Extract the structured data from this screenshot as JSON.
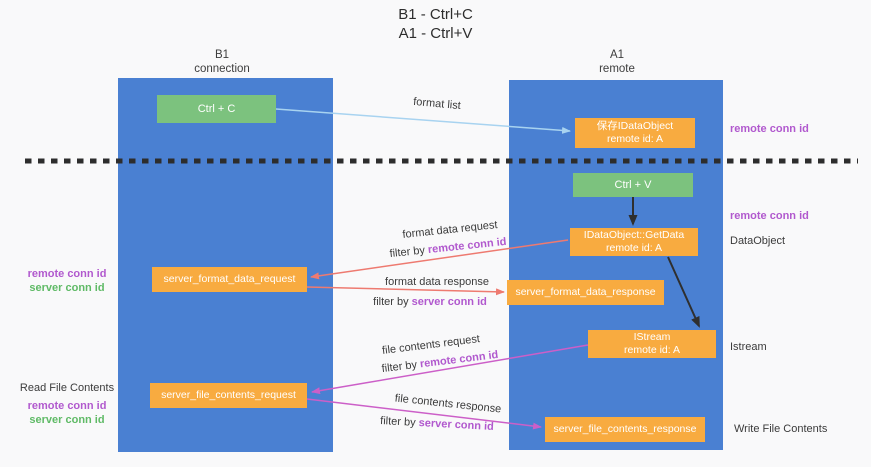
{
  "title": {
    "line1": "B1 - Ctrl+C",
    "line2": "A1 - Ctrl+V"
  },
  "columns": {
    "left": {
      "name": "B1",
      "role": "connection"
    },
    "right": {
      "name": "A1",
      "role": "remote"
    }
  },
  "nodes": {
    "ctrl_c": {
      "label": "Ctrl + C"
    },
    "saved_idataobject": {
      "line1": "保存IDataObject",
      "line2": "remote id: A"
    },
    "ctrl_v": {
      "label": "Ctrl + V"
    },
    "idataobject_getdata": {
      "line1": "IDataObject::GetData",
      "line2": "remote id: A"
    },
    "istream": {
      "line1": "IStream",
      "line2": "remote id: A"
    },
    "server_format_data_request": {
      "label": "server_format_data_request"
    },
    "server_format_data_response": {
      "label": "server_format_data_response"
    },
    "server_file_contents_request": {
      "label": "server_file_contents_request"
    },
    "server_file_contents_response": {
      "label": "server_file_contents_response"
    }
  },
  "flows": {
    "format_list": {
      "label": "format list"
    },
    "format_data_request": {
      "label": "format data request",
      "filter_prefix": "filter by ",
      "filter_key": "remote conn id"
    },
    "format_data_response": {
      "label": "format data response",
      "filter_prefix": "filter by ",
      "filter_key": "server conn id"
    },
    "file_contents_request": {
      "label": "file contents request",
      "filter_prefix": "filter by ",
      "filter_key": "remote conn id"
    },
    "file_contents_response": {
      "label": "file contents response",
      "filter_prefix": "filter by ",
      "filter_key": "server conn id"
    }
  },
  "side": {
    "remote_conn_id_top": "remote conn id",
    "remote_conn_id_mid": "remote conn id",
    "dataobject": "DataObject",
    "istream": "Istream",
    "write_file_contents": "Write File Contents",
    "read_file_contents": "Read File Contents",
    "left_remote_conn_id_format": "remote conn id",
    "left_server_conn_id_format": "server conn id",
    "left_remote_conn_id_file": "remote conn id",
    "left_server_conn_id_file": "server conn id"
  },
  "colors": {
    "column_blue": "#4a80d2",
    "key_green": "#7cc27e",
    "message_orange": "#f8ab40",
    "format_list_arrow": "#a8d3f0",
    "format_data_arrow": "#ee7a70",
    "file_contents_arrow": "#cc5fc8",
    "remote_conn_id_purple": "#b159ce",
    "server_conn_id_green": "#5fba66"
  }
}
